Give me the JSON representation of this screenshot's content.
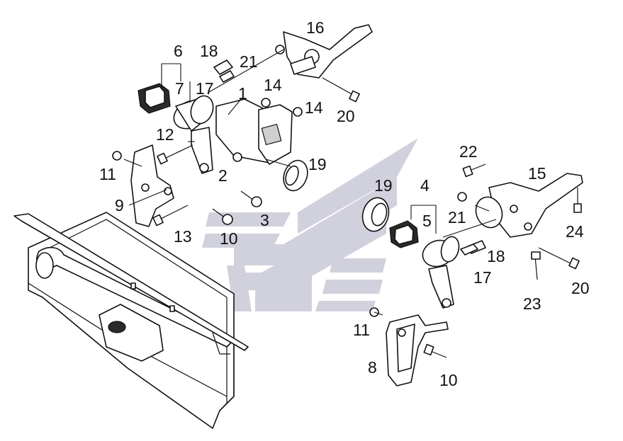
{
  "watermark": {
    "color": "#c9cad8"
  },
  "labels": {
    "l1": "1",
    "l2": "2",
    "l3": "3",
    "l4": "4",
    "l5": "5",
    "l6": "6",
    "l7": "7",
    "l8": "8",
    "l9": "9",
    "l10a": "10",
    "l10b": "10",
    "l11a": "11",
    "l11b": "11",
    "l12": "12",
    "l13": "13",
    "l14a": "14",
    "l14b": "14",
    "l15": "15",
    "l16": "16",
    "l17a": "17",
    "l17b": "17",
    "l18a": "18",
    "l18b": "18",
    "l19a": "19",
    "l19b": "19",
    "l20a": "20",
    "l20b": "20",
    "l21a": "21",
    "l21b": "21",
    "l22": "22",
    "l23": "23",
    "l24": "24"
  }
}
